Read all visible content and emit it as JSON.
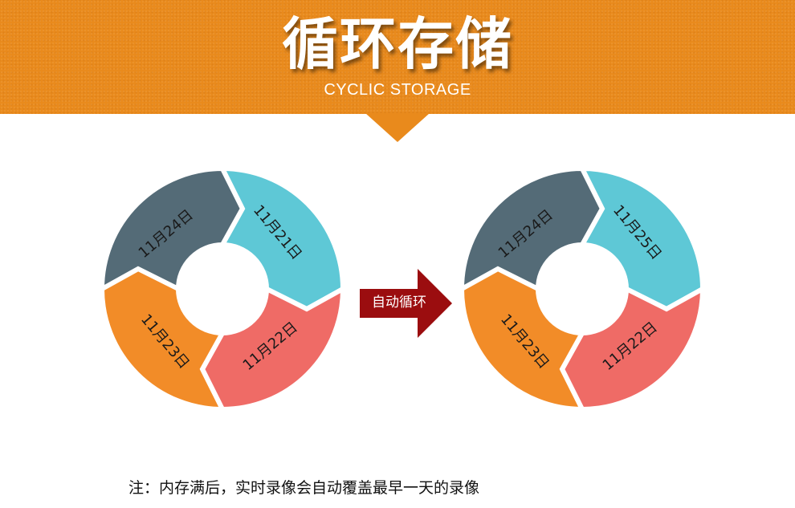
{
  "header": {
    "title": "循环存储",
    "subtitle": "CYCLIC STORAGE"
  },
  "colors": {
    "banner": "#e98a1c",
    "slate": "#546b77",
    "teal": "#5ec8d6",
    "coral": "#ef6b66",
    "orange": "#f28c28",
    "arrow": "#9b0d0f"
  },
  "before_cycle": {
    "top_left": "11月24日",
    "top_right": "11月21日",
    "bottom_right": "11月22日",
    "bottom_left": "11月23日"
  },
  "arrow": {
    "label": "自动循环"
  },
  "after_cycle": {
    "top_left": "11月24日",
    "top_right": "11月25日",
    "bottom_right": "11月22日",
    "bottom_left": "11月23日"
  },
  "note": "注：内存满后，实时录像会自动覆盖最早一天的录像"
}
